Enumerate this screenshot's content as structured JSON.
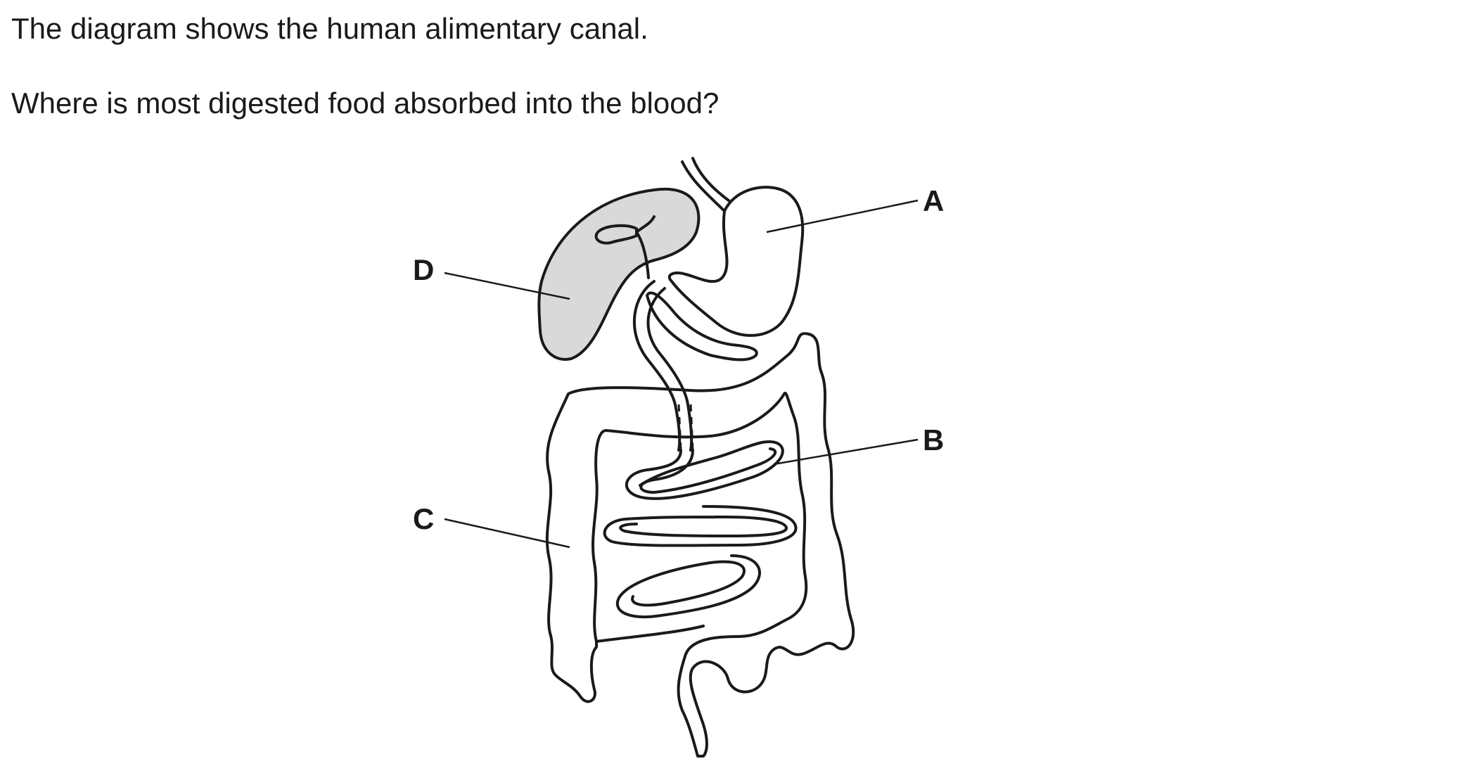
{
  "question": {
    "line_1": "The diagram shows the human alimentary canal.",
    "line_2": "Where is most digested food absorbed into the blood?"
  },
  "diagram": {
    "labels": {
      "a": "A",
      "b": "B",
      "c": "C",
      "d": "D"
    },
    "colors": {
      "outline": "#1a1a1a",
      "shaded_organ": "#d9d9d9",
      "background": "#ffffff"
    }
  }
}
